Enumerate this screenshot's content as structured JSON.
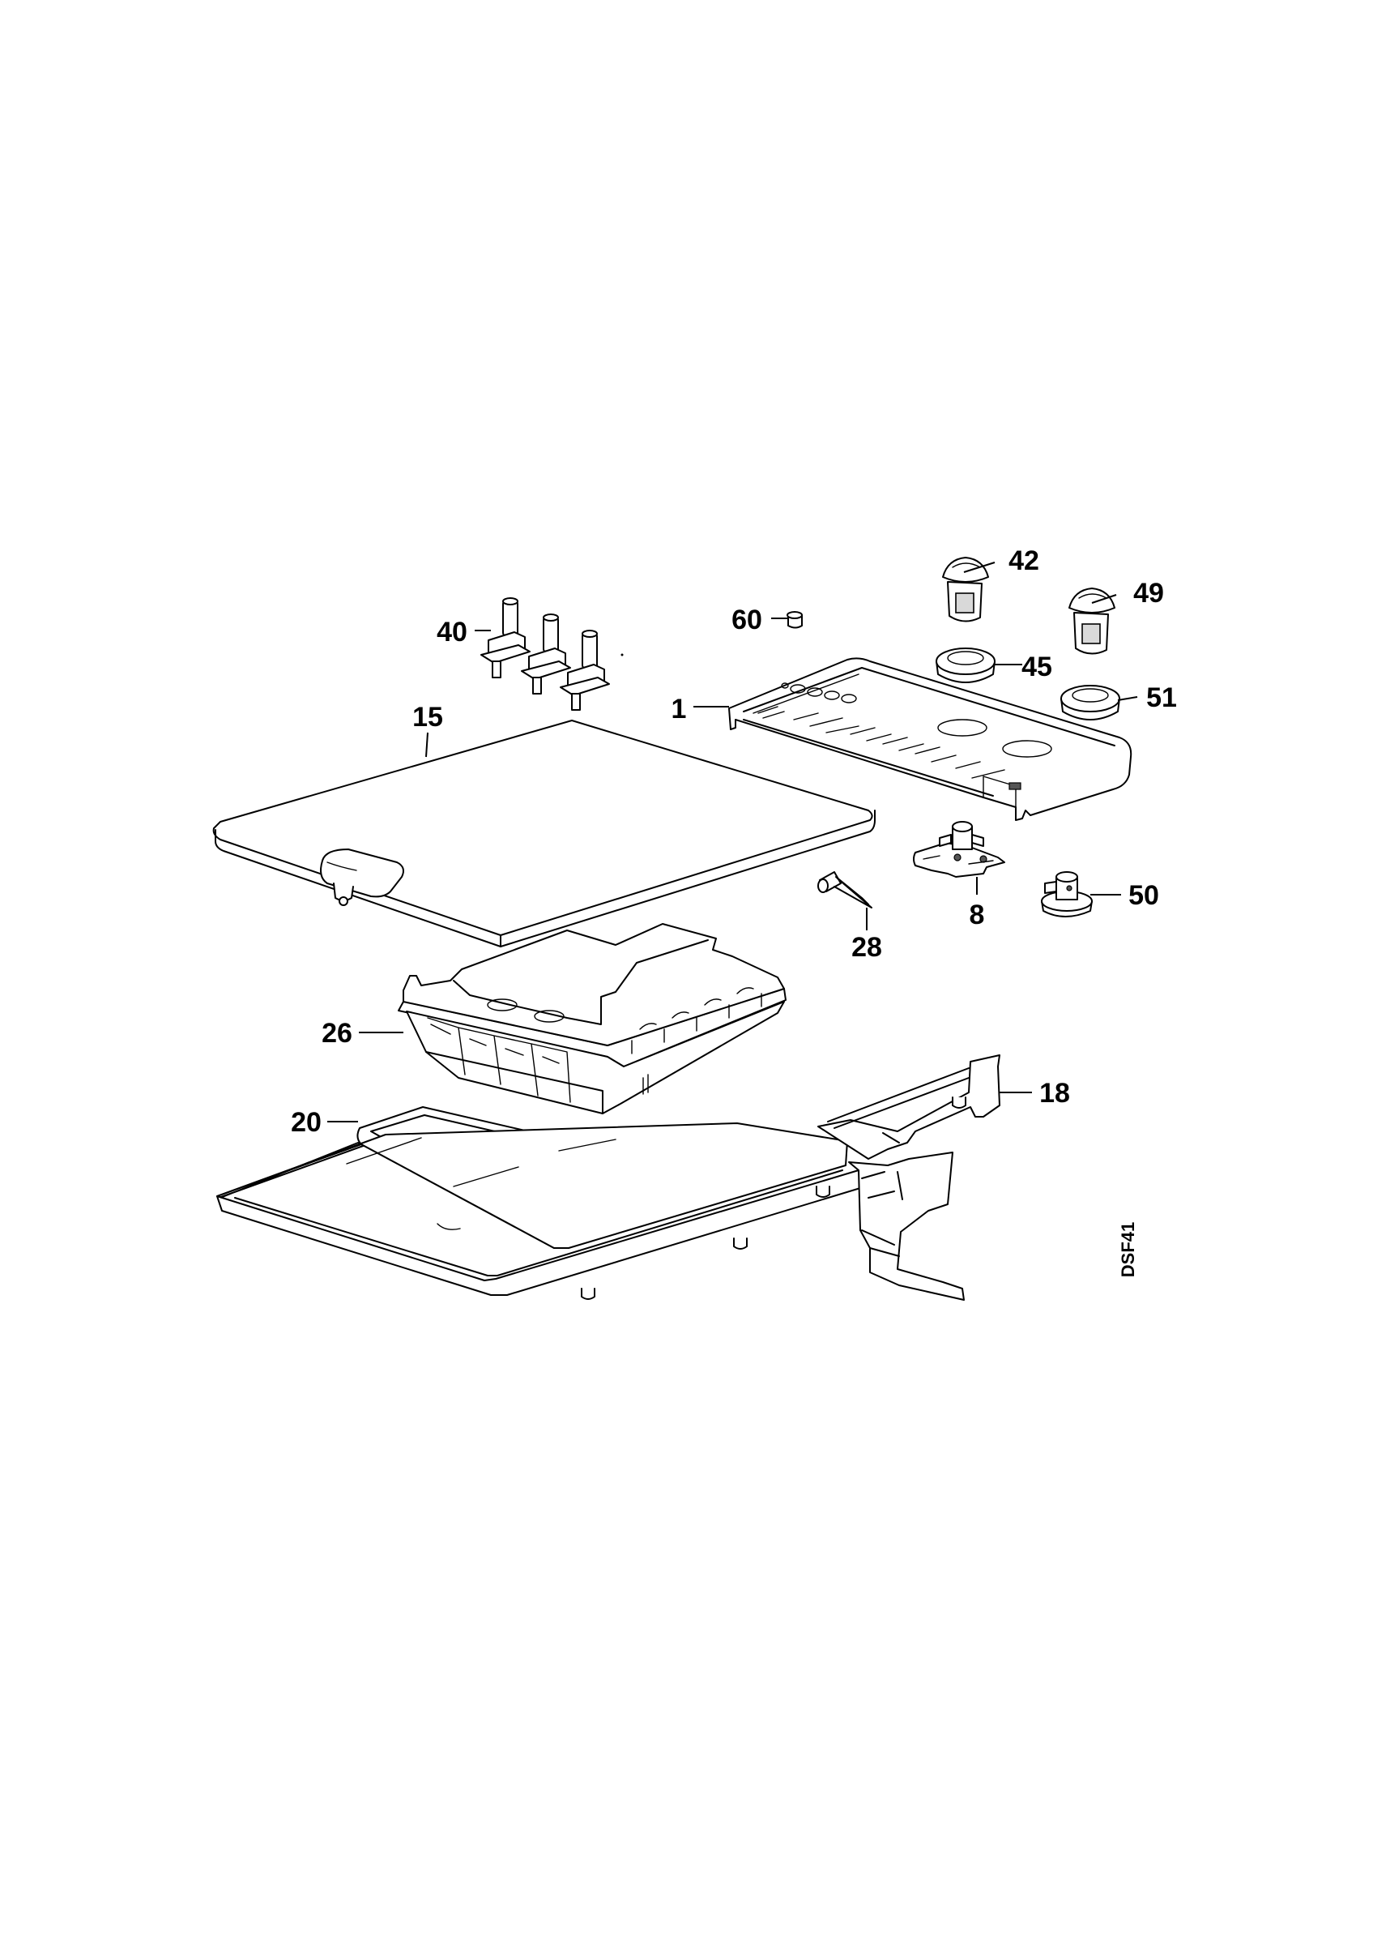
{
  "diagram": {
    "drawing_code": "DSF41",
    "callouts": [
      "42",
      "49",
      "40",
      "60",
      "45",
      "51",
      "1",
      "15",
      "8",
      "50",
      "28",
      "26",
      "18",
      "20"
    ]
  }
}
